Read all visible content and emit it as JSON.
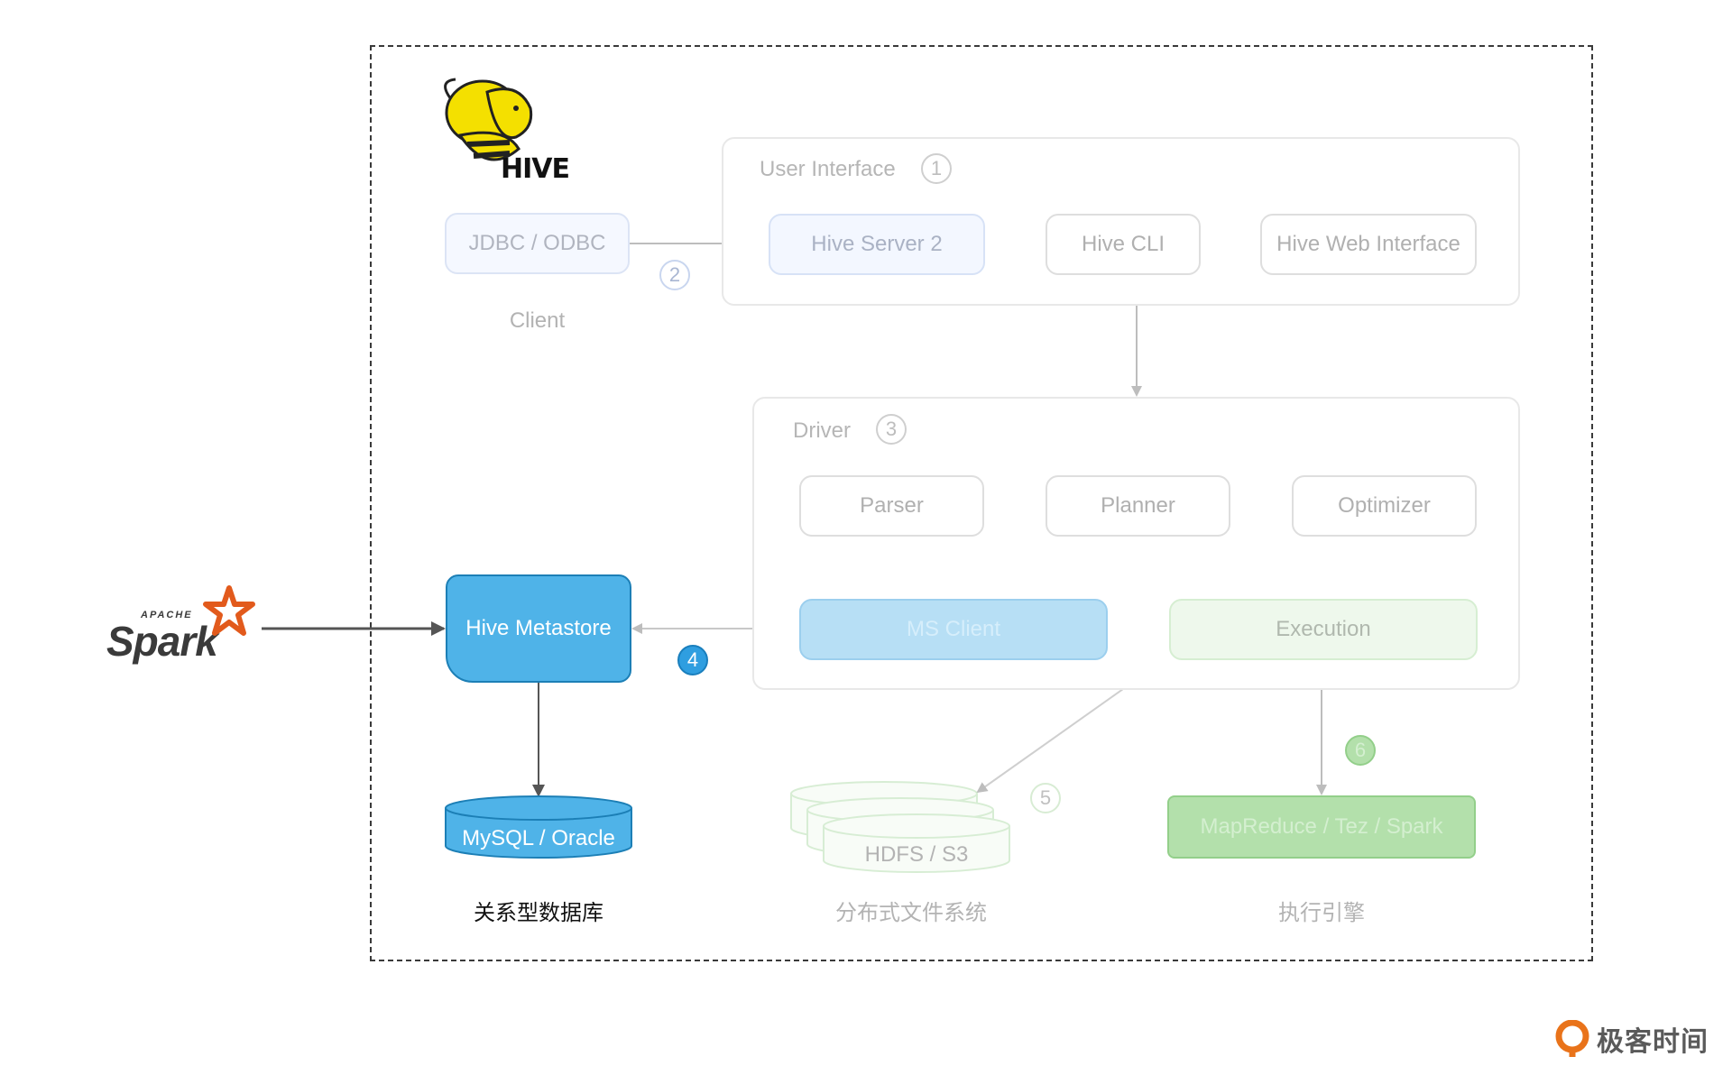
{
  "diagram": {
    "hive_logo_text": "HIVE",
    "spark_logo": {
      "small": "APACHE",
      "big": "Spark"
    },
    "client": {
      "box": "JDBC / ODBC",
      "caption": "Client",
      "step": "2"
    },
    "user_interface": {
      "title": "User Interface",
      "step": "1",
      "items": [
        "Hive Server 2",
        "Hive CLI",
        "Hive Web Interface"
      ]
    },
    "driver": {
      "title": "Driver",
      "step": "3",
      "items": [
        "Parser",
        "Planner",
        "Optimizer"
      ],
      "ms_client": "MS Client",
      "execution": "Execution"
    },
    "metastore": {
      "label": "Hive Metastore",
      "step": "4"
    },
    "rdbms": {
      "label": "MySQL / Oracle",
      "caption": "关系型数据库"
    },
    "dfs": {
      "label": "HDFS / S3",
      "caption": "分布式文件系统",
      "step": "5"
    },
    "engine": {
      "label": "MapReduce / Tez / Spark",
      "caption": "执行引擎",
      "step": "6"
    },
    "brand": "极客时间",
    "colors": {
      "metastore_blue": "#4fb3e8",
      "ms_client_blue": "#b7dff5",
      "execution_green": "#eef8ec",
      "engine_green": "#b3e0ab",
      "hive_yellow": "#f4e000",
      "spark_orange": "#e25a1c"
    }
  }
}
